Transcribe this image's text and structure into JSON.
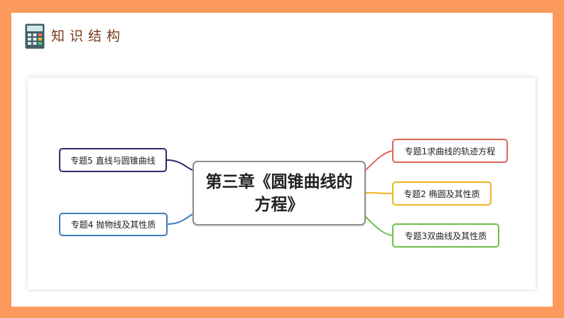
{
  "header": {
    "title": "知识结构",
    "icon": "calculator-icon"
  },
  "mindmap": {
    "center": "第三章《圆锥曲线的方程》",
    "left_topics": [
      {
        "label": "专题5 直线与圆锥曲线",
        "color": "#2c2a6e"
      },
      {
        "label": "专题4 抛物线及其性质",
        "color": "#3d7cc0"
      }
    ],
    "right_topics": [
      {
        "label": "专题1求曲线的轨迹方程",
        "color": "#e0665a"
      },
      {
        "label": "专题2 椭圆及其性质",
        "color": "#f0b323"
      },
      {
        "label": "专题3双曲线及其性质",
        "color": "#6cc04a"
      }
    ]
  },
  "colors": {
    "frame": "#fb9a5c",
    "title": "#7a3a1c",
    "center_border": "#8e8e8e"
  }
}
